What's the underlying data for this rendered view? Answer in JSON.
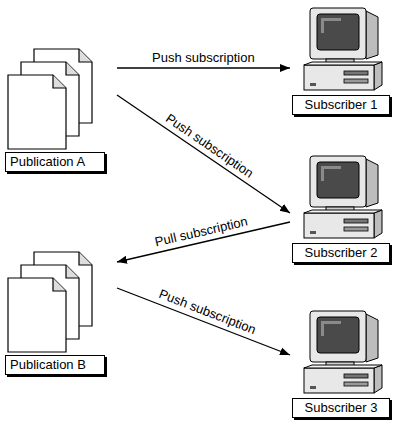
{
  "diagram": {
    "nodes": [
      {
        "text": [
          "Publication A"
        ]
      },
      {
        "text": [
          "Publication B"
        ]
      },
      {
        "text": [
          "Subscriber 1"
        ]
      },
      {
        "text": [
          "Subscriber 2"
        ]
      },
      {
        "text": [
          "Subscriber 3"
        ]
      }
    ],
    "edges": [
      {
        "from": 0,
        "to": 2,
        "arrow": "to",
        "label": "Push subscription"
      },
      {
        "from": 0,
        "to": 3,
        "arrow": "to",
        "label": "Push subscription"
      },
      {
        "from": 3,
        "to": 1,
        "arrow": "to",
        "label": "Pull subscription"
      },
      {
        "from": 1,
        "to": 4,
        "arrow": "to",
        "label": "Push subscription"
      }
    ]
  }
}
